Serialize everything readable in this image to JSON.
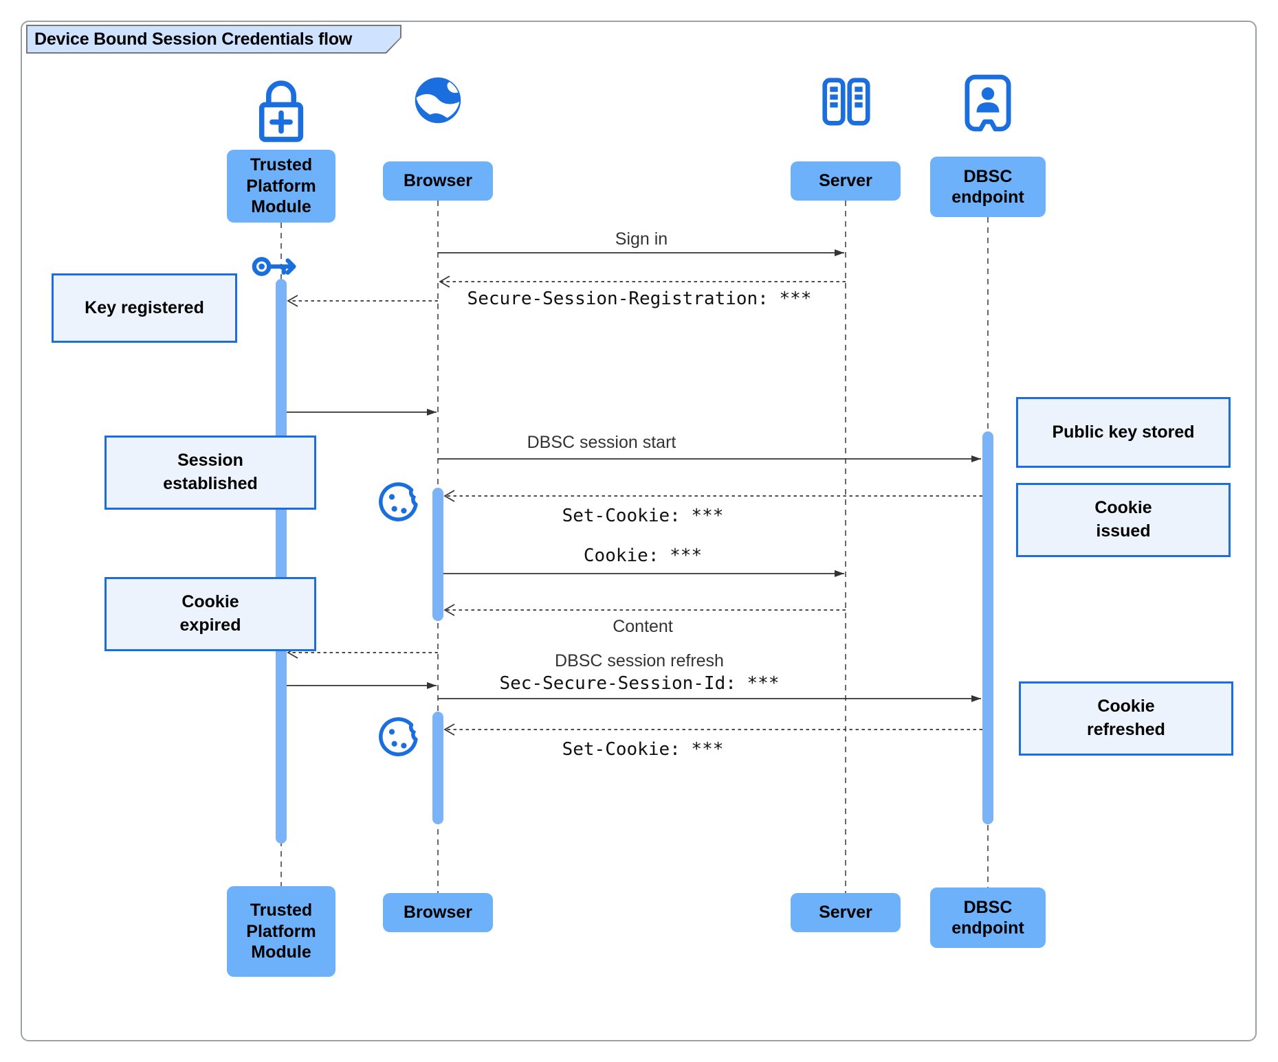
{
  "title": "Device Bound Session Credentials flow",
  "colors": {
    "accent_blue": "#1a6ede",
    "actor_label_fill": "#6db1fb",
    "note_fill": "#ecf3fd",
    "note_border": "#1a6ede",
    "activation_fill": "#7ab3f7",
    "title_fill": "#cfe2ff",
    "line_color": "#333333",
    "text_color": "#111111"
  },
  "actors": {
    "tpm": {
      "label": "Trusted\nPlatform\nModule",
      "icon": "lock-plus-icon"
    },
    "browser": {
      "label": "Browser",
      "icon": "globe-icon"
    },
    "server": {
      "label": "Server",
      "icon": "server-rack-icon"
    },
    "dbsc": {
      "label": "DBSC\nendpoint",
      "icon": "person-door-icon"
    }
  },
  "messages": {
    "sign_in": "Sign in",
    "secure_session_registration": "Secure-Session-Registration: ***",
    "dbsc_session_start": "DBSC session start",
    "set_cookie_first": "Set-Cookie: ***",
    "cookie": "Cookie: ***",
    "content": "Content",
    "dbsc_session_refresh": "DBSC session refresh",
    "sec_secure_session_id": "Sec-Secure-Session-Id: ***",
    "set_cookie_second": "Set-Cookie: ***"
  },
  "notes": {
    "key_registered": "Key registered",
    "session_established": "Session\nestablished",
    "cookie_expired": "Cookie\nexpired",
    "public_key_stored": "Public key stored",
    "cookie_issued": "Cookie\nissued",
    "cookie_refreshed": "Cookie\nrefreshed"
  }
}
